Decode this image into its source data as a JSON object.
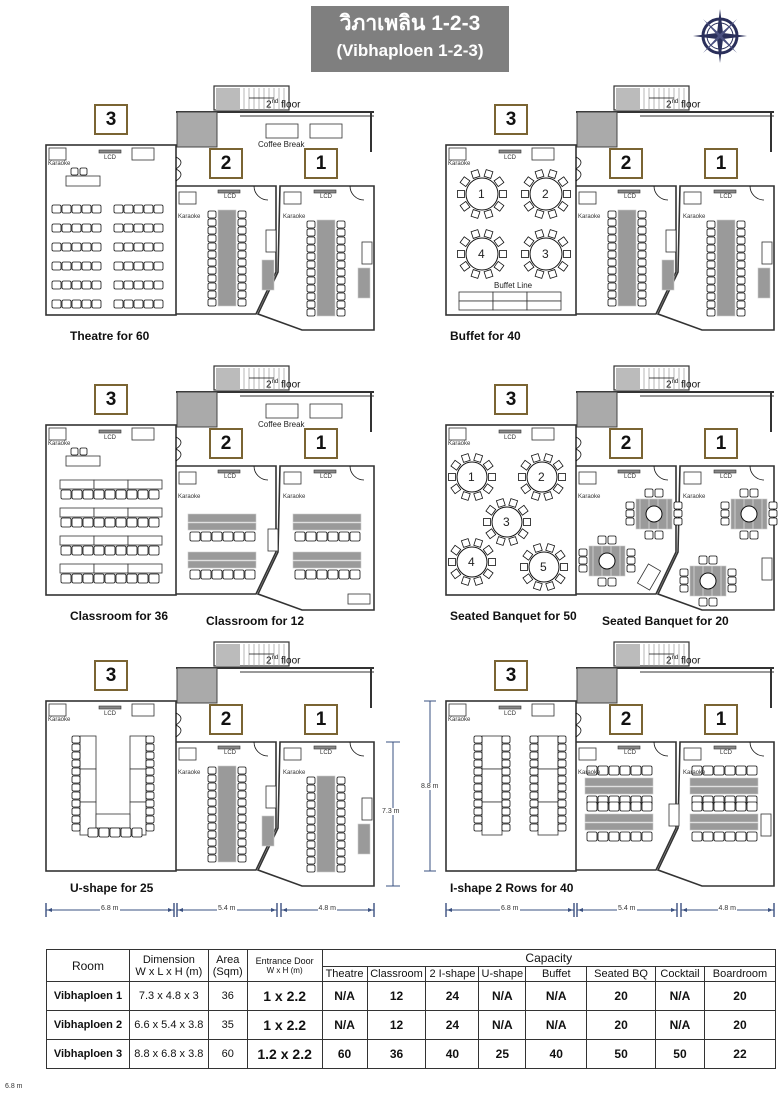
{
  "header": {
    "title_thai": "วิภาเพลิน  1-2-3",
    "title_en": "(Vibhaploen 1-2-3)",
    "compass_icon": "compass-rose-icon",
    "compass_color": "#2a2f5a"
  },
  "common_labels": {
    "room_numbers": [
      "3",
      "2",
      "1"
    ],
    "second_floor": "2",
    "second_floor_sup": "nd",
    "second_floor_word": " floor",
    "coffee_break": "Coffee Break",
    "lcd": "LCD",
    "karaoke": "Karaoke",
    "buffet_line": "Buffet Line"
  },
  "plans": [
    {
      "id": "theatre",
      "caption": "Theatre for 60",
      "caption2": ""
    },
    {
      "id": "buffet",
      "caption": "Buffet for 40",
      "caption2": ""
    },
    {
      "id": "classroom",
      "caption": "Classroom for 36",
      "caption2": "Classroom for 12"
    },
    {
      "id": "banquet",
      "caption": "Seated Banquet for 50",
      "caption2": "Seated Banquet for 20"
    },
    {
      "id": "ushape",
      "caption": "U-shape for 25",
      "caption2": ""
    },
    {
      "id": "ishape",
      "caption": "I-shape 2 Rows for 40",
      "caption2": ""
    }
  ],
  "banquet_table_numbers": [
    "1",
    "2",
    "3",
    "4",
    "5"
  ],
  "buffet_table_numbers": [
    "1",
    "2",
    "4",
    "3"
  ],
  "dimensions": {
    "room3_width": "6.8 m",
    "room2_width": "5.4 m",
    "room1_width": "4.8 m",
    "room1_length": "7.3 m",
    "room3_length": "8.8 m",
    "footer_stray": "6.8 m"
  },
  "table": {
    "headers": {
      "room": "Room",
      "dimension_l1": "Dimension",
      "dimension_l2": "W x L x H (m)",
      "area_l1": "Area",
      "area_l2": "(Sqm)",
      "door_l1": "Entrance Door",
      "door_l2": "W x H (m)",
      "capacity": "Capacity",
      "capacity_cols": [
        "Theatre",
        "Classroom",
        "2 I-shape",
        "U-shape",
        "Buffet",
        "Seated BQ",
        "Cocktail",
        "Boardroom"
      ]
    },
    "rows": [
      {
        "room": "Vibhaploen 1",
        "dimension": "7.3 x 4.8 x 3",
        "area": "36",
        "door": "1 x 2.2",
        "capacity": [
          "N/A",
          "12",
          "24",
          "N/A",
          "N/A",
          "20",
          "N/A",
          "20"
        ]
      },
      {
        "room": "Vibhaploen 2",
        "dimension": "6.6 x 5.4 x 3.8",
        "area": "35",
        "door": "1 x 2.2",
        "capacity": [
          "N/A",
          "12",
          "24",
          "N/A",
          "N/A",
          "20",
          "N/A",
          "20"
        ]
      },
      {
        "room": "Vibhaploen 3",
        "dimension": "8.8 x 6.8 x 3.8",
        "area": "60",
        "door": "1.2 x 2.2",
        "capacity": [
          "60",
          "36",
          "40",
          "25",
          "40",
          "50",
          "50",
          "22"
        ]
      }
    ]
  }
}
